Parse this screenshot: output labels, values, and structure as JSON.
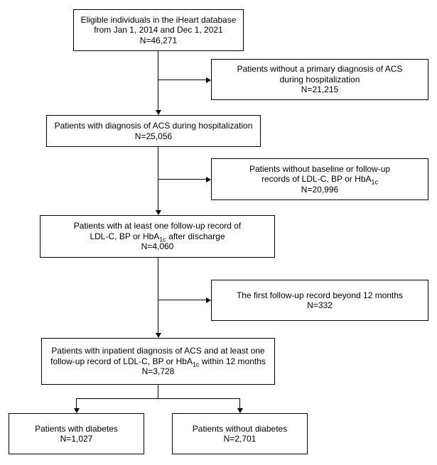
{
  "colors": {
    "page_bg": "#ffffff",
    "box_fill": "#ffffff",
    "box_border": "#000000",
    "line": "#000000",
    "text": "#000000"
  },
  "nodes": {
    "eligible": {
      "line1": "Eligible individuals in the iHeart database",
      "line2": "from Jan 1, 2014 and Dec 1, 2021",
      "n": "N=46,271"
    },
    "excl_no_acs": {
      "line1": "Patients without a primary diagnosis of ACS",
      "line2": "during hospitalization",
      "n": "N=21,215"
    },
    "acs_diagnosis": {
      "line1": "Patients with diagnosis of ACS during hospitalization",
      "n": "N=25,056"
    },
    "excl_no_records": {
      "line1": "Patients without baseline or follow-up",
      "line2_pre": "records of LDL-C, BP or HbA",
      "line2_sub": "1c",
      "line2_post": "",
      "n": "N=20,996"
    },
    "followup_record": {
      "line1": "Patients with at least one follow-up record of",
      "line2_pre": "LDL-C, BP or HbA",
      "line2_sub": "1c",
      "line2_post": " after discharge",
      "n": "N=4,060"
    },
    "excl_beyond_12m": {
      "line1": "The first follow-up record beyond 12 months",
      "n": "N=332"
    },
    "final_cohort": {
      "line1": "Patients with inpatient diagnosis of ACS and at least one",
      "line2_pre": "follow-up record of LDL-C, BP or HbA",
      "line2_sub": "1c",
      "line2_post": " within 12 months",
      "n": "N=3,728"
    },
    "with_diabetes": {
      "line1": "Patients with diabetes",
      "n": "N=1,027"
    },
    "without_diabetes": {
      "line1": "Patients without diabetes",
      "n": "N=2,701"
    }
  }
}
